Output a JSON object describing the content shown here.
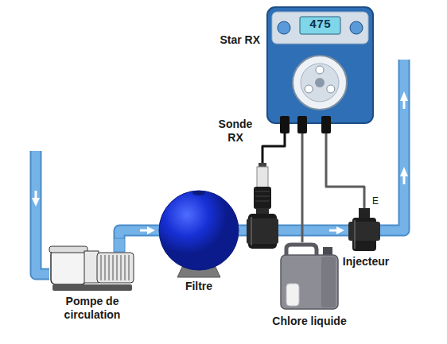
{
  "diagram": {
    "nodes": [
      {
        "text": [
          "Star RX",
          "475"
        ]
      },
      {
        "text": [
          "Sonde RX"
        ]
      },
      {
        "text": [
          "Pompe de circulation"
        ]
      },
      {
        "text": [
          "Filtre"
        ]
      },
      {
        "text": [
          "Injecteur"
        ]
      },
      {
        "text": [
          "Chlore liquide"
        ]
      }
    ],
    "edges": [
      {
        "from": 2,
        "to": 3,
        "arrow": "to"
      },
      {
        "from": 3,
        "to": 1,
        "arrow": "none"
      },
      {
        "from": 1,
        "to": 4,
        "arrow": "to"
      },
      {
        "from": 0,
        "to": 1,
        "arrow": "none"
      },
      {
        "from": 0,
        "to": 5,
        "arrow": "none"
      },
      {
        "from": 0,
        "to": 4,
        "arrow": "none"
      }
    ],
    "labels": [
      "E"
    ]
  }
}
